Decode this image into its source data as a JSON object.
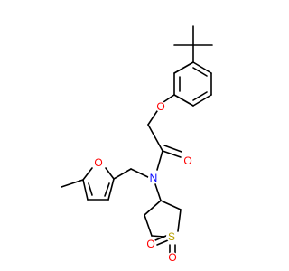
{
  "atom_labels": {
    "ether_o": "O",
    "carbonyl_o": "O",
    "amide_n": "N",
    "furan_o": "O",
    "sulfur": "S",
    "sulfonyl_o_left": "O",
    "sulfonyl_o_bottom": "O"
  },
  "colors": {
    "oxygen": "#ff0000",
    "nitrogen": "#0000ff",
    "sulfur": "#b8a000",
    "bond": "#000000"
  }
}
